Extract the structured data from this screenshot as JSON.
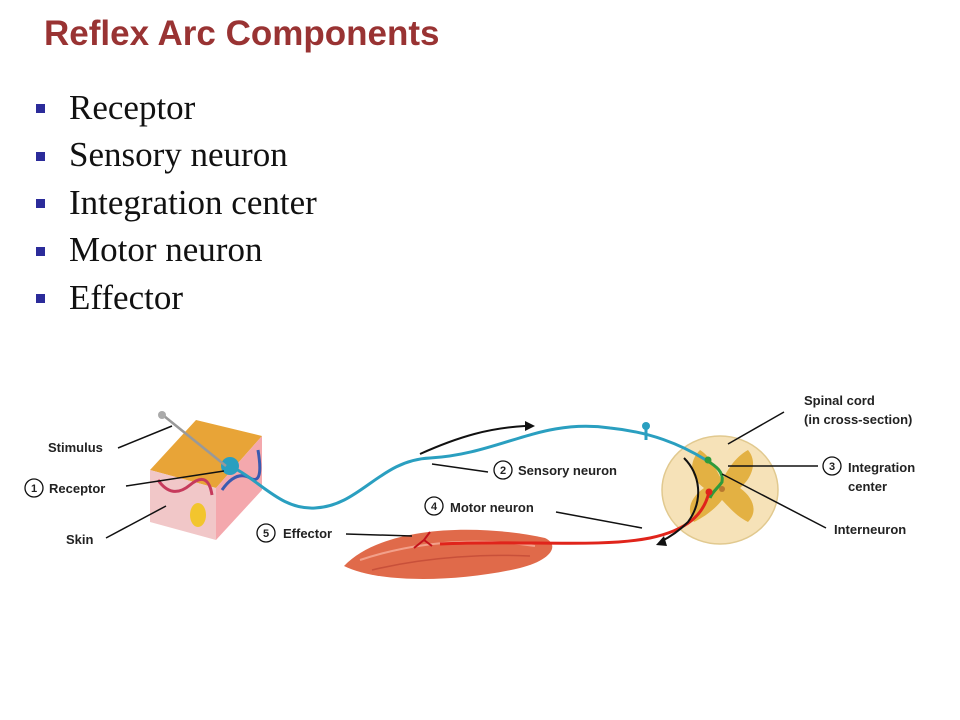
{
  "slide": {
    "title": "Reflex Arc Components",
    "bullets": [
      "Receptor",
      "Sensory neuron",
      "Integration center",
      "Motor neuron",
      "Effector"
    ]
  },
  "diagram": {
    "labels": {
      "stimulus": "Stimulus",
      "receptor": "Receptor",
      "skin": "Skin",
      "sensory_neuron": "Sensory neuron",
      "motor_neuron": "Motor neuron",
      "effector": "Effector",
      "spinal_cord_line1": "Spinal cord",
      "spinal_cord_line2": "(in cross-section)",
      "integration_line1": "Integration",
      "integration_line2": "center",
      "interneuron": "Interneuron"
    },
    "step_numbers": {
      "receptor": "1",
      "sensory_neuron": "2",
      "integration": "3",
      "motor_neuron": "4",
      "effector": "5"
    }
  },
  "colors": {
    "title": "#993333",
    "bullet_marker": "#2b2b9a",
    "sensory_neuron": "#2a9fc0",
    "motor_neuron": "#e0241b",
    "interneuron": "#2e9b3c",
    "spinal_cord": "#f6e2b8",
    "gray_matter": "#e3b143",
    "muscle": "#e06a4a"
  }
}
